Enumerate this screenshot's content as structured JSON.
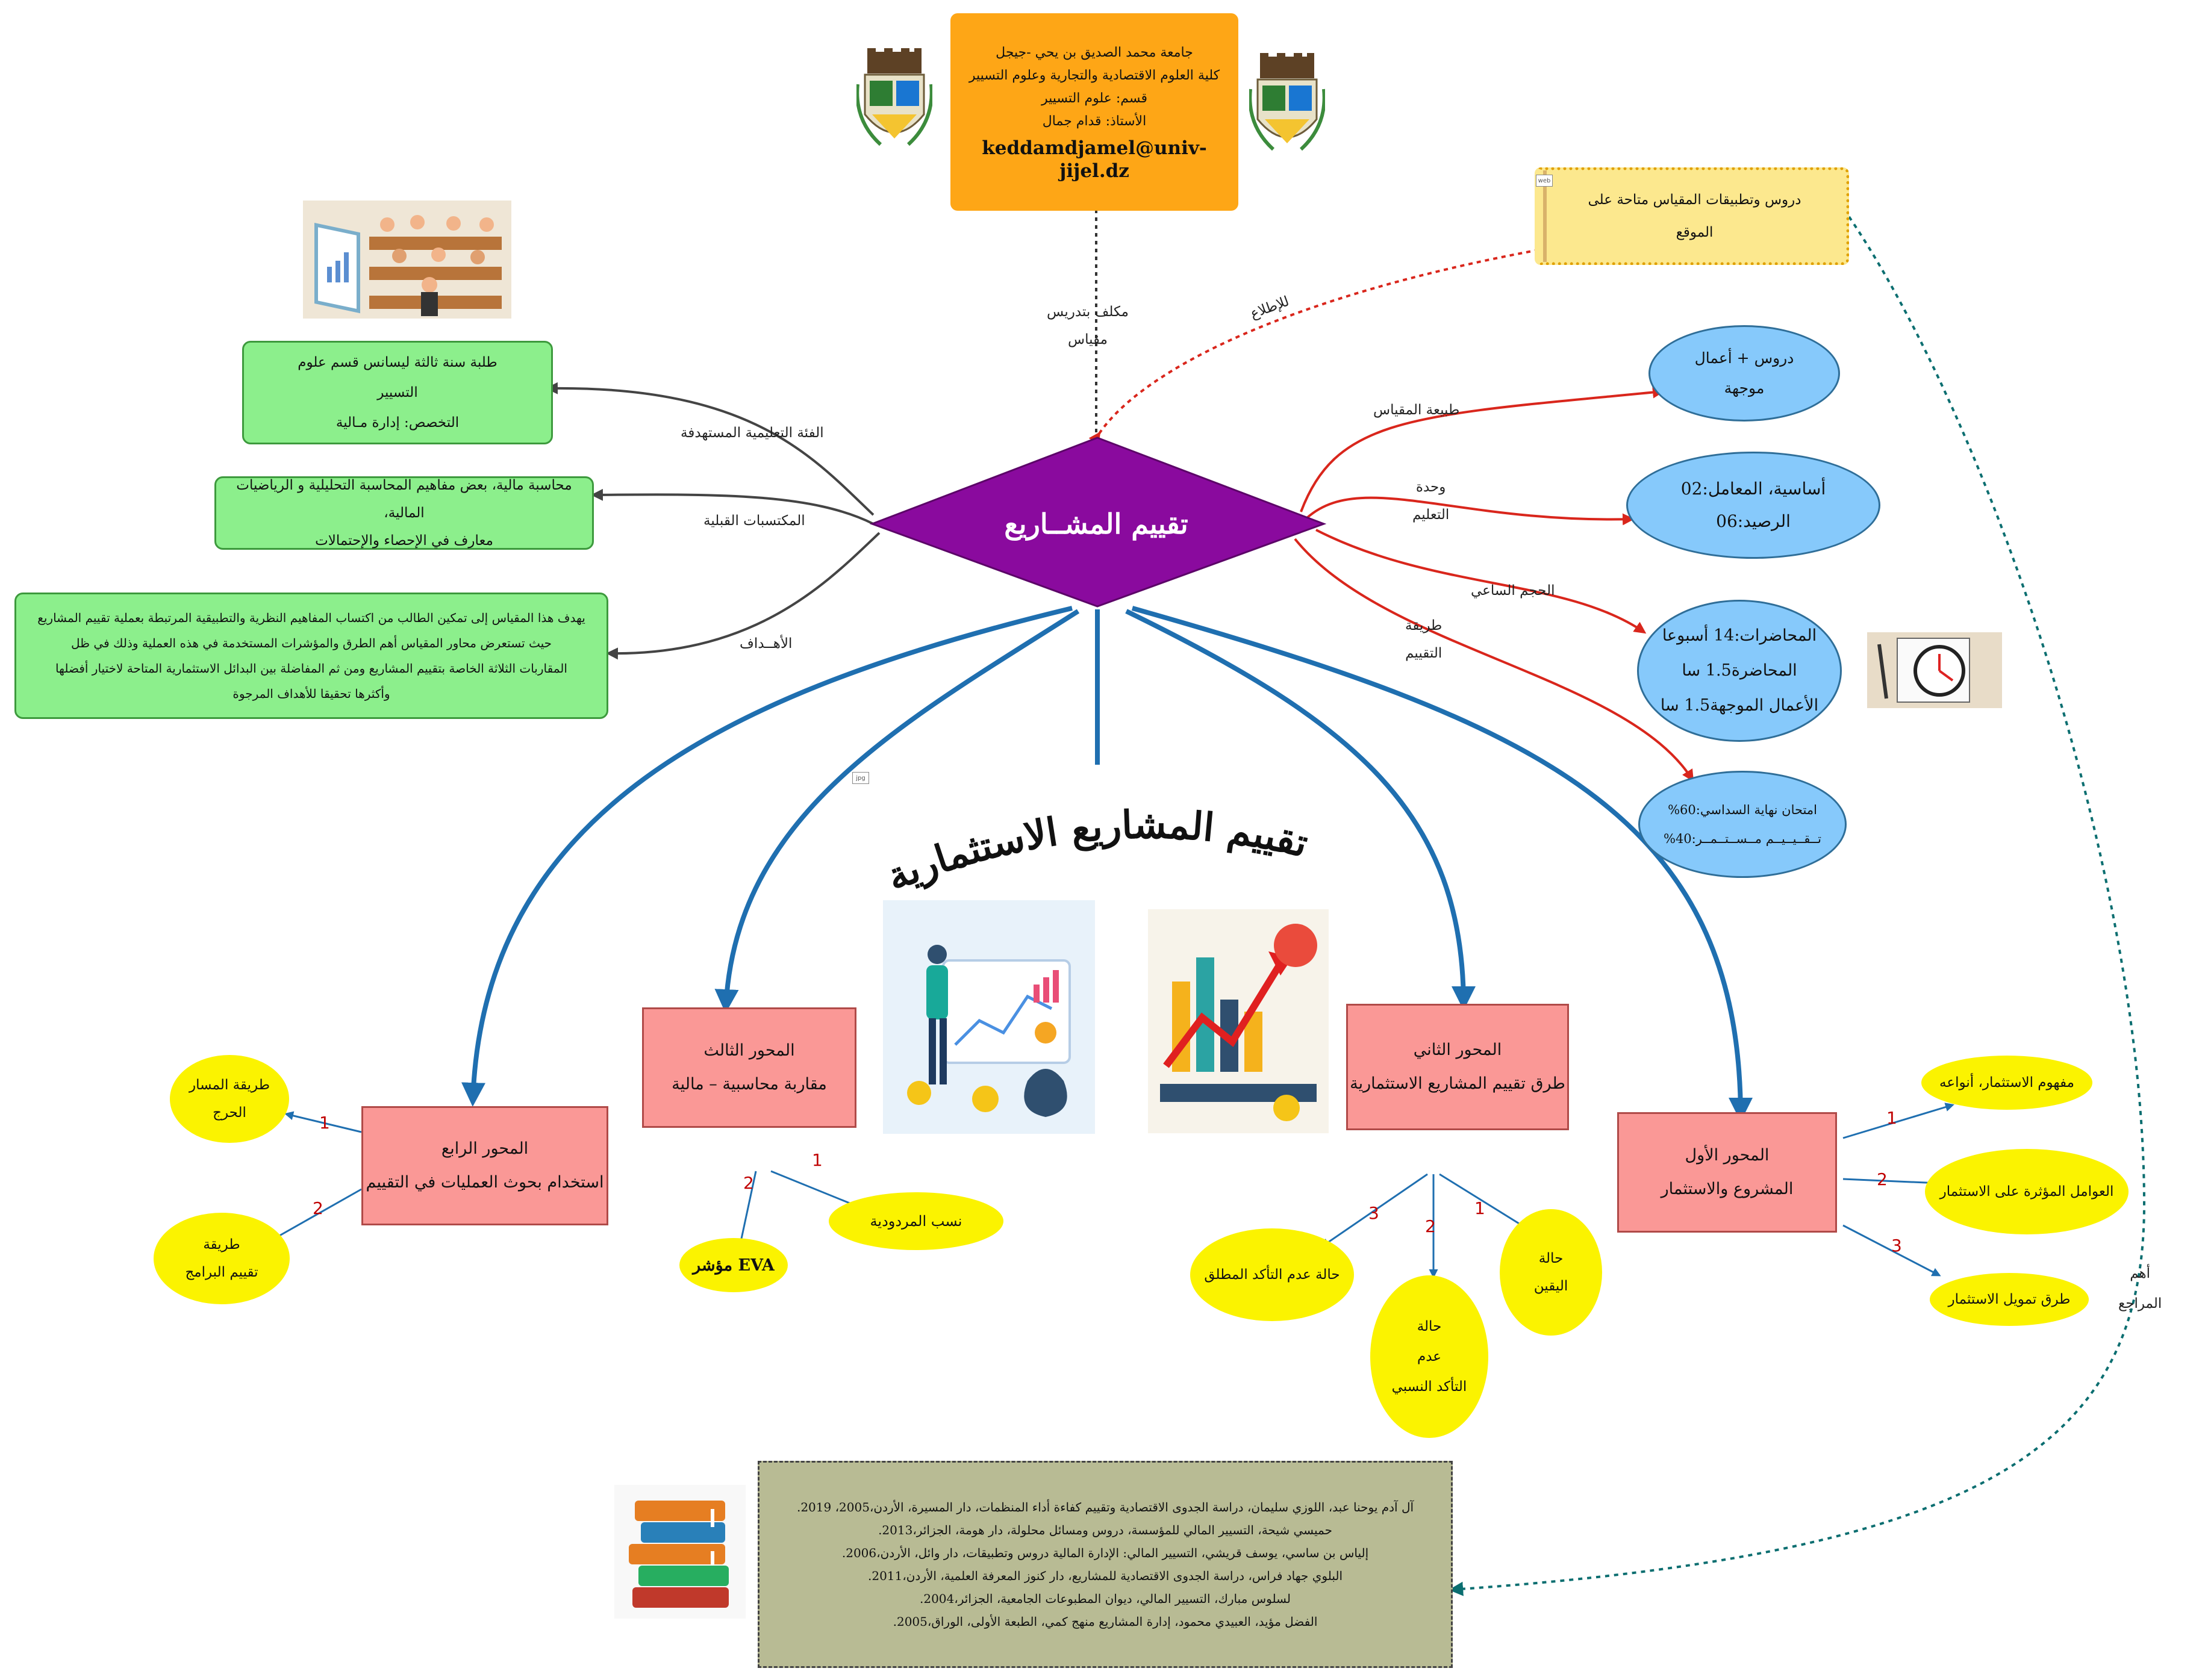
{
  "header": {
    "lines": [
      "جامعة محمد الصديق بن يحي -جيجل",
      "كلية العلوم الاقتصادية والتجارية وعلوم التسيير",
      "قسم: علوم التسيير",
      "الأستاذ: قدام جمال"
    ],
    "email": "keddamdjamel@univ-jijel.dz"
  },
  "website_note": {
    "tag": "web",
    "lines": [
      "دروس وتطبيقات المقياس متاحة على",
      "الموقع"
    ]
  },
  "center": {
    "title": "تقييم المشــاريع"
  },
  "decor_title": "تقييم المشاريع الاستثمارية",
  "small_icon_tag": "jpg",
  "top_link": {
    "lines": [
      "مكلف بتدريس",
      "مقياس"
    ],
    "review_label": "للإطلاع"
  },
  "left_branches": {
    "audience": {
      "label": "الفئة التعليمية المستهدفة",
      "lines": [
        "طلبة سنة ثالثة ليسانس قسم علوم",
        "التسيير",
        "التخصص: إدارة مـالية"
      ]
    },
    "prereq": {
      "label": "المكتسبات القبلية",
      "lines": [
        "محاسبة مالية، بعض مفاهيم المحاسبة التحليلية و الرياضيات المالية،",
        "معارف في الإحصاء والإحتمالات"
      ]
    },
    "goals": {
      "label": "الأهــداف",
      "lines": [
        "يهدف هذا المقياس إلى تمكين الطالب من اكتساب المفاهيم النظرية والتطبيقية المرتبطة بعملية تقييم المشاريع",
        "حيث تستعرض محاور المقياس أهم الطرق والمؤشرات المستخدمة في هذه العملية وذلك في ظل",
        "المقاربات الثلاثة الخاصة بتقييم المشاريع ومن ثم المفاضلة بين البدائل الاستثمارية المتاحة لاختيار أفضلها",
        "وأكثرها تحقيقا للأهداف المرجوة"
      ]
    }
  },
  "right_branches": {
    "nature": {
      "label": "طبيعة المقياس",
      "lines": [
        "دروس + أعمال",
        "موجهة"
      ]
    },
    "unit": {
      "label_lines": [
        "وحدة",
        "التعليم"
      ],
      "lines": [
        "أساسية، المعامل:02",
        "الرصيد:06"
      ]
    },
    "hours": {
      "label": "الحجم الساعي",
      "lines": [
        "المحاضرات:14 أسبوعا",
        "المحاضرة1.5 سا",
        "الأعمال الموجهة1.5 سا"
      ]
    },
    "eval": {
      "label_lines": [
        "طريقة",
        "التقييم"
      ],
      "lines": [
        "امتحان نهاية السداسي:60%",
        "تــقــيــيــم مــســتــمــر:40%"
      ]
    }
  },
  "axes": {
    "axis1": {
      "lines": [
        "المحور الأول",
        "المشروع والاستثمار"
      ],
      "items": [
        {
          "num": "1",
          "text": "مفهوم الاستثمار، أنواعه"
        },
        {
          "num": "2",
          "text": "العوامل المؤثرة على الاستثمار"
        },
        {
          "num": "3",
          "text": "طرق تمويل الاستثمار"
        }
      ]
    },
    "axis2": {
      "lines": [
        "المحور الثاني",
        "طرق تقييم المشاريع الاستثمارية"
      ],
      "items": [
        {
          "num": "1",
          "lines": [
            "حالة",
            "اليقين"
          ]
        },
        {
          "num": "2",
          "lines": [
            "حالة",
            "عدم",
            "التأكد النسبي"
          ]
        },
        {
          "num": "3",
          "lines": [
            "حالة عدم التأكد المطلق"
          ]
        }
      ]
    },
    "axis3": {
      "lines": [
        "المحور الثالث",
        "مقاربة محاسبية – مالية"
      ],
      "items": [
        {
          "num": "1",
          "text": "نسب المردودية"
        },
        {
          "num": "2",
          "text": "EVA مؤشر"
        }
      ]
    },
    "axis4": {
      "lines": [
        "المحور الرابع",
        "استخدام بحوث العمليات في التقييم"
      ],
      "items": [
        {
          "num": "1",
          "lines": [
            "طريقة المسار",
            "الحرج"
          ]
        },
        {
          "num": "2",
          "lines": [
            "طريقة",
            "تقييم البرامج"
          ]
        }
      ]
    }
  },
  "references": {
    "side_label": [
      "أهم",
      "المراجع"
    ],
    "items": [
      "آل آدم يوحنا عبد، اللوزي سليمان، دراسة الجدوى الاقتصادية وتقييم كفاءة أداء المنظمات، دار المسيرة، الأردن،2005، 2019.",
      "حميسي شيحة، التسيير المالي للمؤسسة، دروس ومسائل محلولة، دار هومة، الجزائر،2013.",
      "إلياس بن ساسي، يوسف قريشي، التسيير المالي: الإدارة المالية دروس وتطبيقات، دار وائل، الأردن،2006.",
      "البلوي جهاد فراس، دراسة الجدوى الاقتصادية للمشاريع، دار كنوز المعرفة العلمية، الأردن،2011.",
      "لسلوس مبارك، التسيير المالي، ديوان المطبوعات الجامعية، الجزائر،2004.",
      "الفضل مؤيد، العبيدي محمود، إدارة المشاريع منهج كمي، الطبعة الأولى، الوراق،2005."
    ]
  },
  "colors": {
    "center": "#8a0a9e",
    "header": "#fea616",
    "blue_link": "#1f6fb0",
    "red_link": "#d9261c",
    "dark_link": "#444444",
    "ref_link": "#0b6e70"
  }
}
